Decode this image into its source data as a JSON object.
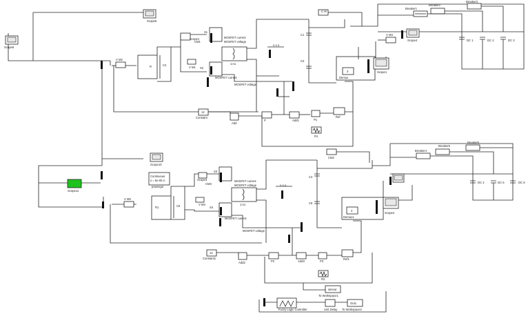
{
  "top": {
    "scope6": "Scope6",
    "scope8": "Scope8",
    "scope1": "Scope1",
    "scope2": "Scope2",
    "cm1": "CM1",
    "c_m": "C M",
    "v_m2": "V M2",
    "v_m1": "V M1",
    "v_m3": "V M3",
    "r_label": "R",
    "c2": "C2",
    "s1": "S1",
    "s2": "S2",
    "c1": "C1",
    "c3": "C3",
    "mosfet_current": "MOSFET current",
    "mosfet_voltage": "MOSFET voltage",
    "ratio": "1:n1",
    "constant": "Constant",
    "add": "Add",
    "add1": "Add1",
    "p": "P",
    "p1": "P1",
    "r1": "R1",
    "ref": "Ref",
    "demux": "Demux",
    "const_val": "12",
    "breaker1": "Breaker1",
    "breaker2": "Breaker2",
    "breaker3": "Breaker3",
    "dc1": "DC 1",
    "dc2": "DC 2",
    "dc3": "DC 3",
    "scope4": "Scope4"
  },
  "bottom": {
    "scope10": "Scope10",
    "scope11": "Scope11",
    "scope3": "Scope3",
    "scope5": "Scope5",
    "cm2": "CM2",
    "cm3": "CM3",
    "v_m5": "V M5",
    "v_m4": "V M4",
    "r1": "R1",
    "c5": "C5",
    "s3": "S3",
    "s4": "S4",
    "c4": "C4",
    "c6": "C6",
    "mosfet_current": "MOSFET current",
    "mosfet_voltage": "MOSFET voltage",
    "ratio": "1:n1",
    "constant1": "Constant1",
    "add2": "Add2",
    "add3": "Add3",
    "p2": "P2",
    "p3": "P3",
    "r2": "R2",
    "ref1": "Ref1",
    "demux1": "Demux1",
    "const_val": "12",
    "breaker4": "Breaker4",
    "breaker5": "Breaker5",
    "breaker6": "Breaker6",
    "dc4": "DC 4",
    "dc5": "DC 5",
    "dc6": "DC 6",
    "continuous": "Continuous",
    "powergui": "powergui",
    "to_workspace1": "To Workspace1",
    "to_workspace2": "To Workspace2",
    "simout": "simout",
    "fuzzy": "Fuzzy Logic\nController",
    "unit_delay": "Unit Delay",
    "out1": "Out1"
  }
}
